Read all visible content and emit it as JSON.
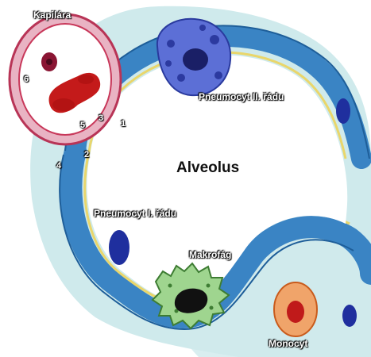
{
  "labels": {
    "kapilara": "Kapilára",
    "pneumocyt2": "Pneumocyt II. řádu",
    "alveolus": "Alveolus",
    "pneumocyt1": "Pneumocyt I. řádu",
    "makrofag": "Makrofág",
    "monocyt": "Monocyt"
  },
  "numbers": {
    "n1": "1",
    "n2": "2",
    "n3": "3",
    "n4": "4",
    "n5": "5",
    "n6": "6"
  },
  "colors": {
    "tissue": "#bfe3e6",
    "wall": "#2f78b8",
    "nucleus": "#1f2f9e",
    "membrane": "#e6d36a",
    "capillary": "#c8385a",
    "rbc": "#c41a1a",
    "macrophage": "#8fcf7f",
    "monocyte": "#e07a2f"
  }
}
